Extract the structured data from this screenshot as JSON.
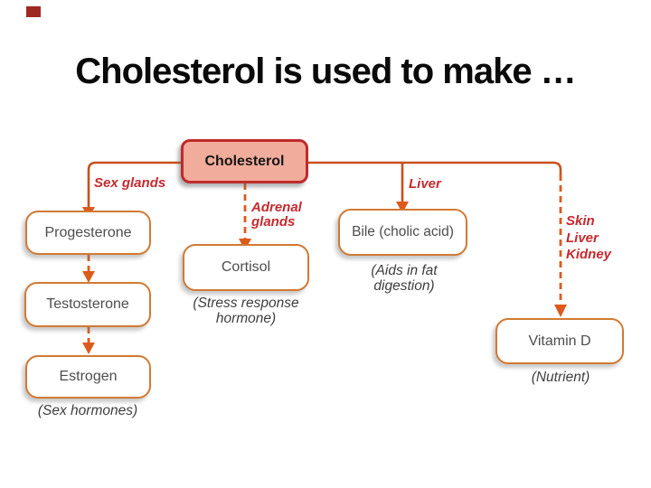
{
  "slide": {
    "title": "Cholesterol is used to make …"
  },
  "colors": {
    "corner_marker": "#9E2920",
    "connector_line": "#C8511F",
    "arrow_and_dash": "#DC5A1B",
    "node_border": "#D07A33",
    "root_fill": "#F2AC9C",
    "root_border": "#BE2B2B",
    "branch_label_red": "#C52A30",
    "node_text": "#4D4D4D",
    "caption_text": "#3E3E3E",
    "title_text": "#0A0A0A"
  },
  "diagram": {
    "root": {
      "label": "Cholesterol"
    },
    "branch_labels": {
      "sex_glands": "Sex glands",
      "adrenal_glands": "Adrenal\nglands",
      "liver": "Liver",
      "skin_liver_kidney": "Skin\nLiver\nKidney"
    },
    "nodes": {
      "progesterone": "Progesterone",
      "testosterone": "Testosterone",
      "estrogen": "Estrogen",
      "cortisol": "Cortisol",
      "bile": "Bile (cholic acid)",
      "vitamin_d": "Vitamin D"
    },
    "captions": {
      "sex_hormones": "(Sex hormones)",
      "stress_response": "(Stress response\nhormone)",
      "fat_digestion": "(Aids in fat\ndigestion)",
      "nutrient": "(Nutrient)"
    }
  }
}
